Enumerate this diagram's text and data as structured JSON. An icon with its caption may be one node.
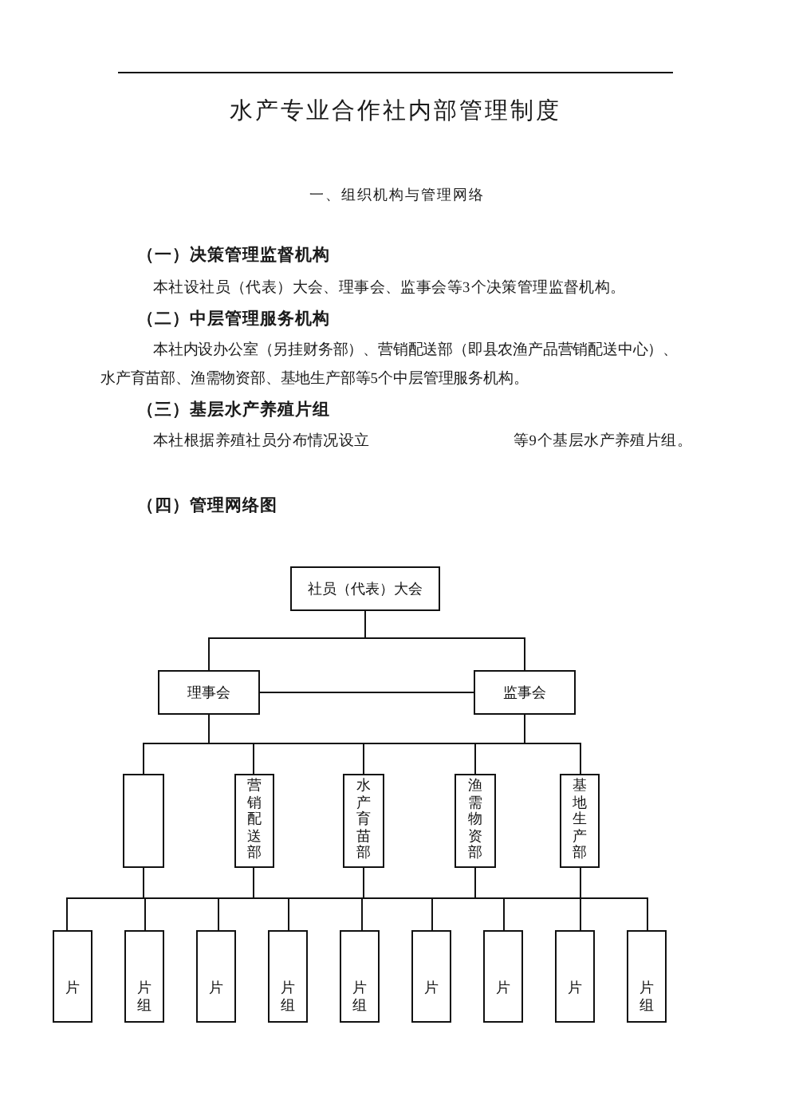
{
  "diagram": {
    "title": "水产专业合作社内部管理制度",
    "nodes": [
      {
        "text": [
          "社员（代表）大会"
        ]
      },
      {
        "text": [
          "理事会"
        ]
      },
      {
        "text": [
          "监事会"
        ]
      },
      {
        "text": [],
        "shape": "box"
      },
      {
        "text": [
          "营销配送部"
        ]
      },
      {
        "text": [
          "水产育苗部"
        ]
      },
      {
        "text": [
          "渔需物资部"
        ]
      },
      {
        "text": [
          "基地生产部"
        ]
      },
      {
        "text": [
          "片"
        ]
      },
      {
        "text": [
          "片组"
        ]
      },
      {
        "text": [
          "片"
        ]
      },
      {
        "text": [
          "片组"
        ]
      },
      {
        "text": [
          "片组"
        ]
      },
      {
        "text": [
          "片"
        ]
      },
      {
        "text": [
          "片"
        ]
      },
      {
        "text": [
          "片"
        ]
      },
      {
        "text": [
          "片组"
        ]
      }
    ],
    "edges": [
      {
        "from": 0,
        "to": 1,
        "arrow": "none"
      },
      {
        "from": 0,
        "to": 2,
        "arrow": "none"
      },
      {
        "from": 1,
        "to": 2,
        "arrow": "none"
      },
      {
        "from": 1,
        "to": 3,
        "arrow": "none"
      },
      {
        "from": 1,
        "to": 4,
        "arrow": "none"
      },
      {
        "from": 1,
        "to": 5,
        "arrow": "none"
      },
      {
        "from": 1,
        "to": 6,
        "arrow": "none"
      },
      {
        "from": 1,
        "to": 7,
        "arrow": "none"
      },
      {
        "from": 2,
        "to": 3,
        "arrow": "none"
      },
      {
        "from": 2,
        "to": 4,
        "arrow": "none"
      },
      {
        "from": 2,
        "to": 5,
        "arrow": "none"
      },
      {
        "from": 2,
        "to": 6,
        "arrow": "none"
      },
      {
        "from": 2,
        "to": 7,
        "arrow": "none"
      },
      {
        "from": 3,
        "to": 8,
        "arrow": "none"
      },
      {
        "from": 3,
        "to": 9,
        "arrow": "none"
      },
      {
        "from": 3,
        "to": 10,
        "arrow": "none"
      },
      {
        "from": 3,
        "to": 11,
        "arrow": "none"
      },
      {
        "from": 3,
        "to": 12,
        "arrow": "none"
      },
      {
        "from": 3,
        "to": 13,
        "arrow": "none"
      },
      {
        "from": 3,
        "to": 14,
        "arrow": "none"
      },
      {
        "from": 3,
        "to": 15,
        "arrow": "none"
      },
      {
        "from": 3,
        "to": 16,
        "arrow": "none"
      },
      {
        "from": 4,
        "to": 8,
        "arrow": "none"
      },
      {
        "from": 4,
        "to": 9,
        "arrow": "none"
      },
      {
        "from": 4,
        "to": 10,
        "arrow": "none"
      },
      {
        "from": 4,
        "to": 11,
        "arrow": "none"
      },
      {
        "from": 4,
        "to": 12,
        "arrow": "none"
      },
      {
        "from": 4,
        "to": 13,
        "arrow": "none"
      },
      {
        "from": 4,
        "to": 14,
        "arrow": "none"
      },
      {
        "from": 4,
        "to": 15,
        "arrow": "none"
      },
      {
        "from": 4,
        "to": 16,
        "arrow": "none"
      },
      {
        "from": 5,
        "to": 8,
        "arrow": "none"
      },
      {
        "from": 5,
        "to": 9,
        "arrow": "none"
      },
      {
        "from": 5,
        "to": 10,
        "arrow": "none"
      },
      {
        "from": 5,
        "to": 11,
        "arrow": "none"
      },
      {
        "from": 5,
        "to": 12,
        "arrow": "none"
      },
      {
        "from": 5,
        "to": 13,
        "arrow": "none"
      },
      {
        "from": 5,
        "to": 14,
        "arrow": "none"
      },
      {
        "from": 5,
        "to": 15,
        "arrow": "none"
      },
      {
        "from": 5,
        "to": 16,
        "arrow": "none"
      },
      {
        "from": 6,
        "to": 8,
        "arrow": "none"
      },
      {
        "from": 6,
        "to": 9,
        "arrow": "none"
      },
      {
        "from": 6,
        "to": 10,
        "arrow": "none"
      },
      {
        "from": 6,
        "to": 11,
        "arrow": "none"
      },
      {
        "from": 6,
        "to": 12,
        "arrow": "none"
      },
      {
        "from": 6,
        "to": 13,
        "arrow": "none"
      },
      {
        "from": 6,
        "to": 14,
        "arrow": "none"
      },
      {
        "from": 6,
        "to": 15,
        "arrow": "none"
      },
      {
        "from": 6,
        "to": 16,
        "arrow": "none"
      },
      {
        "from": 7,
        "to": 8,
        "arrow": "none"
      },
      {
        "from": 7,
        "to": 9,
        "arrow": "none"
      },
      {
        "from": 7,
        "to": 10,
        "arrow": "none"
      },
      {
        "from": 7,
        "to": 11,
        "arrow": "none"
      },
      {
        "from": 7,
        "to": 12,
        "arrow": "none"
      },
      {
        "from": 7,
        "to": 13,
        "arrow": "none"
      },
      {
        "from": 7,
        "to": 14,
        "arrow": "none"
      },
      {
        "from": 7,
        "to": 15,
        "arrow": "none"
      },
      {
        "from": 7,
        "to": 16,
        "arrow": "none"
      }
    ],
    "labels": [
      "一、组织机构与管理网络",
      "（一）决策管理监督机构",
      "本社设社员（代表）大会、理事会、监事会等3个决策管理监督机构。",
      "（二）中层管理服务机构",
      "本社内设办公室（另挂财务部）、营销配送部（即县农渔产品营销配送中心）、水产育苗部、渔需物资部、基地生产部等5个中层管理服务机构。",
      "（三）基层水产养殖片组",
      "本社根据养殖社员分布情况设立",
      "等9个基层水产养殖片组。",
      "（四）管理网络图"
    ]
  }
}
